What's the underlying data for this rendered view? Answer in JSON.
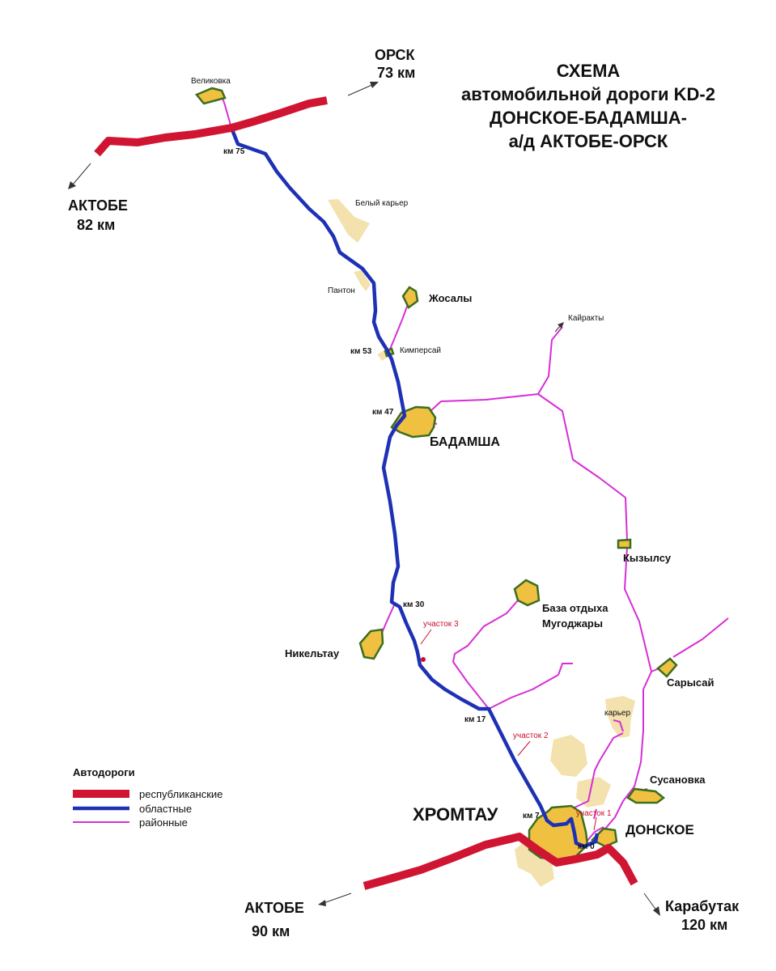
{
  "title": {
    "line1": "СХЕМА",
    "line2": "автомобильной дороги KD-2",
    "line3": "ДОНСКОЕ-БАДАМША-",
    "line4": "а/д АКТОБЕ-ОРСК"
  },
  "directions": {
    "orsk_name": "ОРСК",
    "orsk_dist": "73 км",
    "aktobe_nw_name": "АКТОБЕ",
    "aktobe_nw_dist": "82 км",
    "aktobe_s_name": "АКТОБЕ",
    "aktobe_s_dist": "90 км",
    "karabutak_name": "Карабутак",
    "karabutak_dist": "120 км",
    "kairakty": "Кайракты"
  },
  "settlements": {
    "velikhovka": "Великовка",
    "bely_karer": "Белый карьер",
    "panton": "Пантон",
    "zhosaly": "Жосалы",
    "kimpersay": "Кимперсай",
    "badamsha": "БАДАМША",
    "kyzylsu": "Кызылсу",
    "baza_line1": "База отдыха",
    "baza_line2": "Мугоджары",
    "nikeltau": "Никельтау",
    "sarysay": "Сарысай",
    "karer": "карьер",
    "susanovka": "Сусановка",
    "khromtau": "ХРОМТАУ",
    "donskoe": "ДОНСКОЕ"
  },
  "km_marks": {
    "km75": "км 75",
    "km53": "км 53",
    "km47": "км 47",
    "km30": "км 30",
    "km17": "км 17",
    "km7": "км 7",
    "km0": "км 0"
  },
  "sections": {
    "s1": "участок 1",
    "s2": "участок 2",
    "s3": "участок 3"
  },
  "legend": {
    "title": "Автодороги",
    "republican": "республиканские",
    "regional": "областные",
    "district": "районные"
  },
  "colors": {
    "republican": "#d01533",
    "regional": "#1e31b5",
    "district": "#d62fd6",
    "settlement_fill": "#f0c040",
    "settlement_border": "#3c6e1e",
    "quarry_fill": "#f3e2ad",
    "section_label": "#c8102e"
  }
}
